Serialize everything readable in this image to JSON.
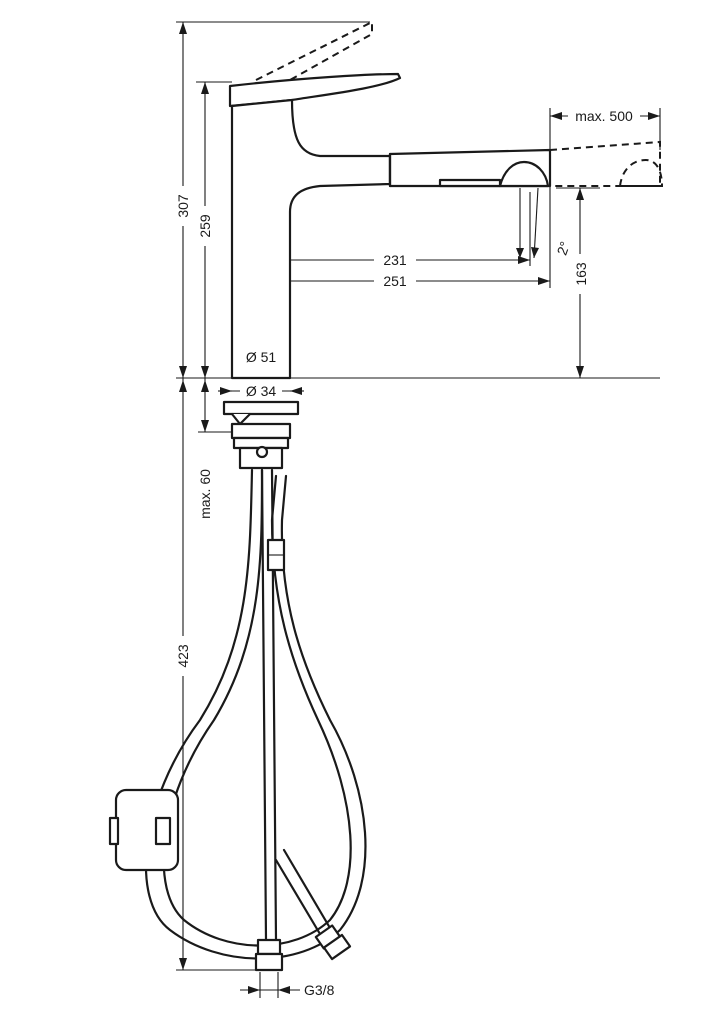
{
  "dimensions": {
    "height_total": "307",
    "height_lever": "259",
    "height_spout": "163",
    "reach_231": "231",
    "reach_251": "251",
    "pullout_max": "max. 500",
    "spray_angle": "2°",
    "dia_body": "Ø 51",
    "dia_base": "Ø 34",
    "deck_thickness_max": "max. 60",
    "hose_length": "423",
    "connection_thread": "G3/8"
  }
}
